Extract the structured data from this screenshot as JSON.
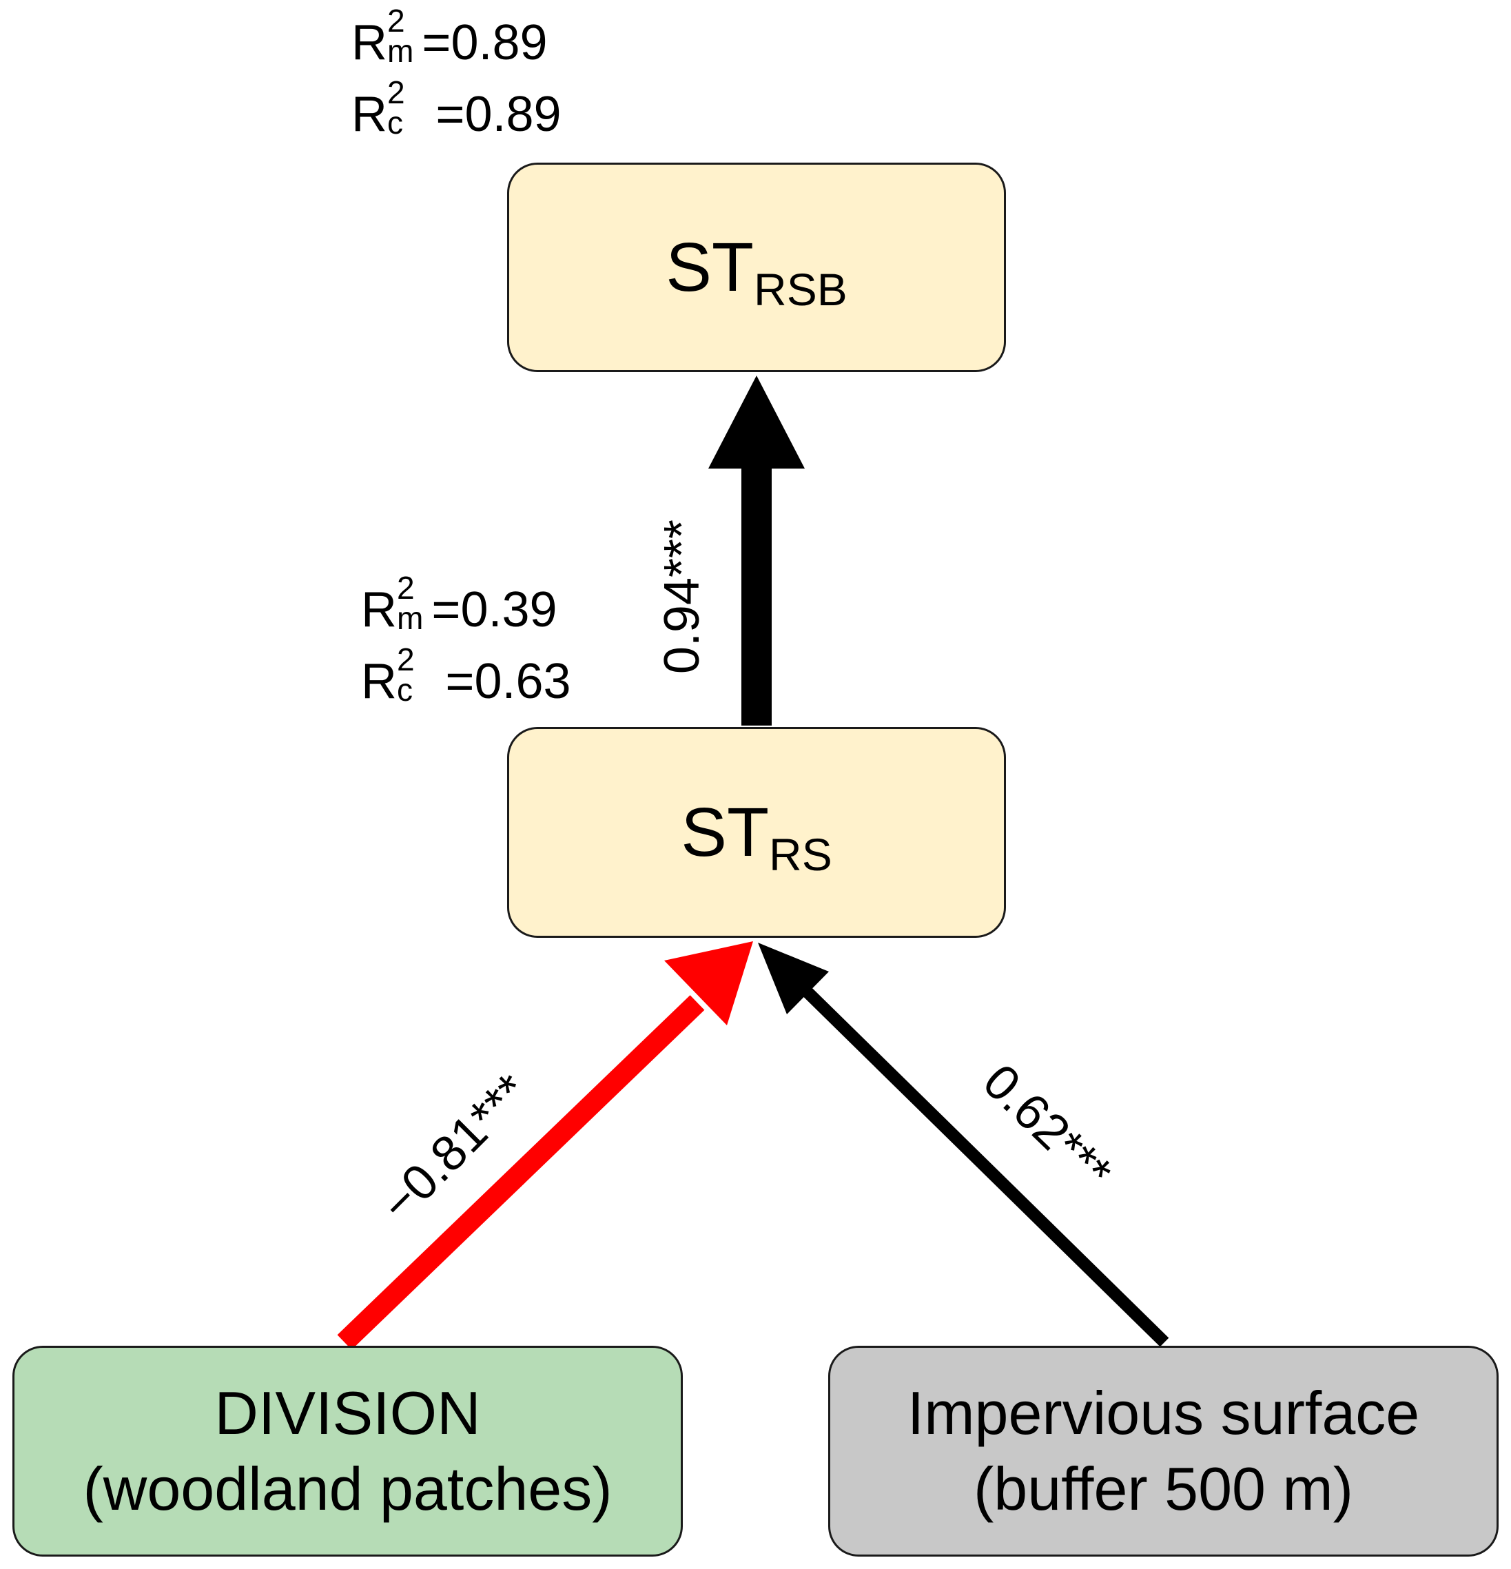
{
  "nodes": {
    "strsb": {
      "main": "ST",
      "sub": "RSB",
      "fill": "#fff2cc"
    },
    "strs": {
      "main": "ST",
      "sub": "RS",
      "fill": "#fff2cc"
    },
    "division": {
      "line1": "DIVISION",
      "line2": "(woodland patches)",
      "fill": "#b6dcb6"
    },
    "impervious": {
      "line1": "Impervious surface",
      "line2": "(buffer 500 m)",
      "fill": "#c8c8c8"
    }
  },
  "stats": {
    "strsb": {
      "r2m_base": "R",
      "r2m_sup": "2",
      "r2m_sub": "m",
      "r2m_value": "=0.89",
      "r2c_base": "R",
      "r2c_sup": "2",
      "r2c_sub": "c",
      "r2c_value": " =0.89"
    },
    "strs": {
      "r2m_base": "R",
      "r2m_sup": "2",
      "r2m_sub": "m",
      "r2m_value": "=0.39",
      "r2c_base": "R",
      "r2c_sup": "2",
      "r2c_sub": "c",
      "r2c_value": " =0.63"
    }
  },
  "edges": {
    "strs_to_strsb": {
      "label": "0.94***",
      "color": "#000000"
    },
    "division_to_strs": {
      "label": "−0.81***",
      "color": "#ff0000"
    },
    "impervious_to_strs": {
      "label": "0.62***",
      "color": "#000000"
    }
  }
}
